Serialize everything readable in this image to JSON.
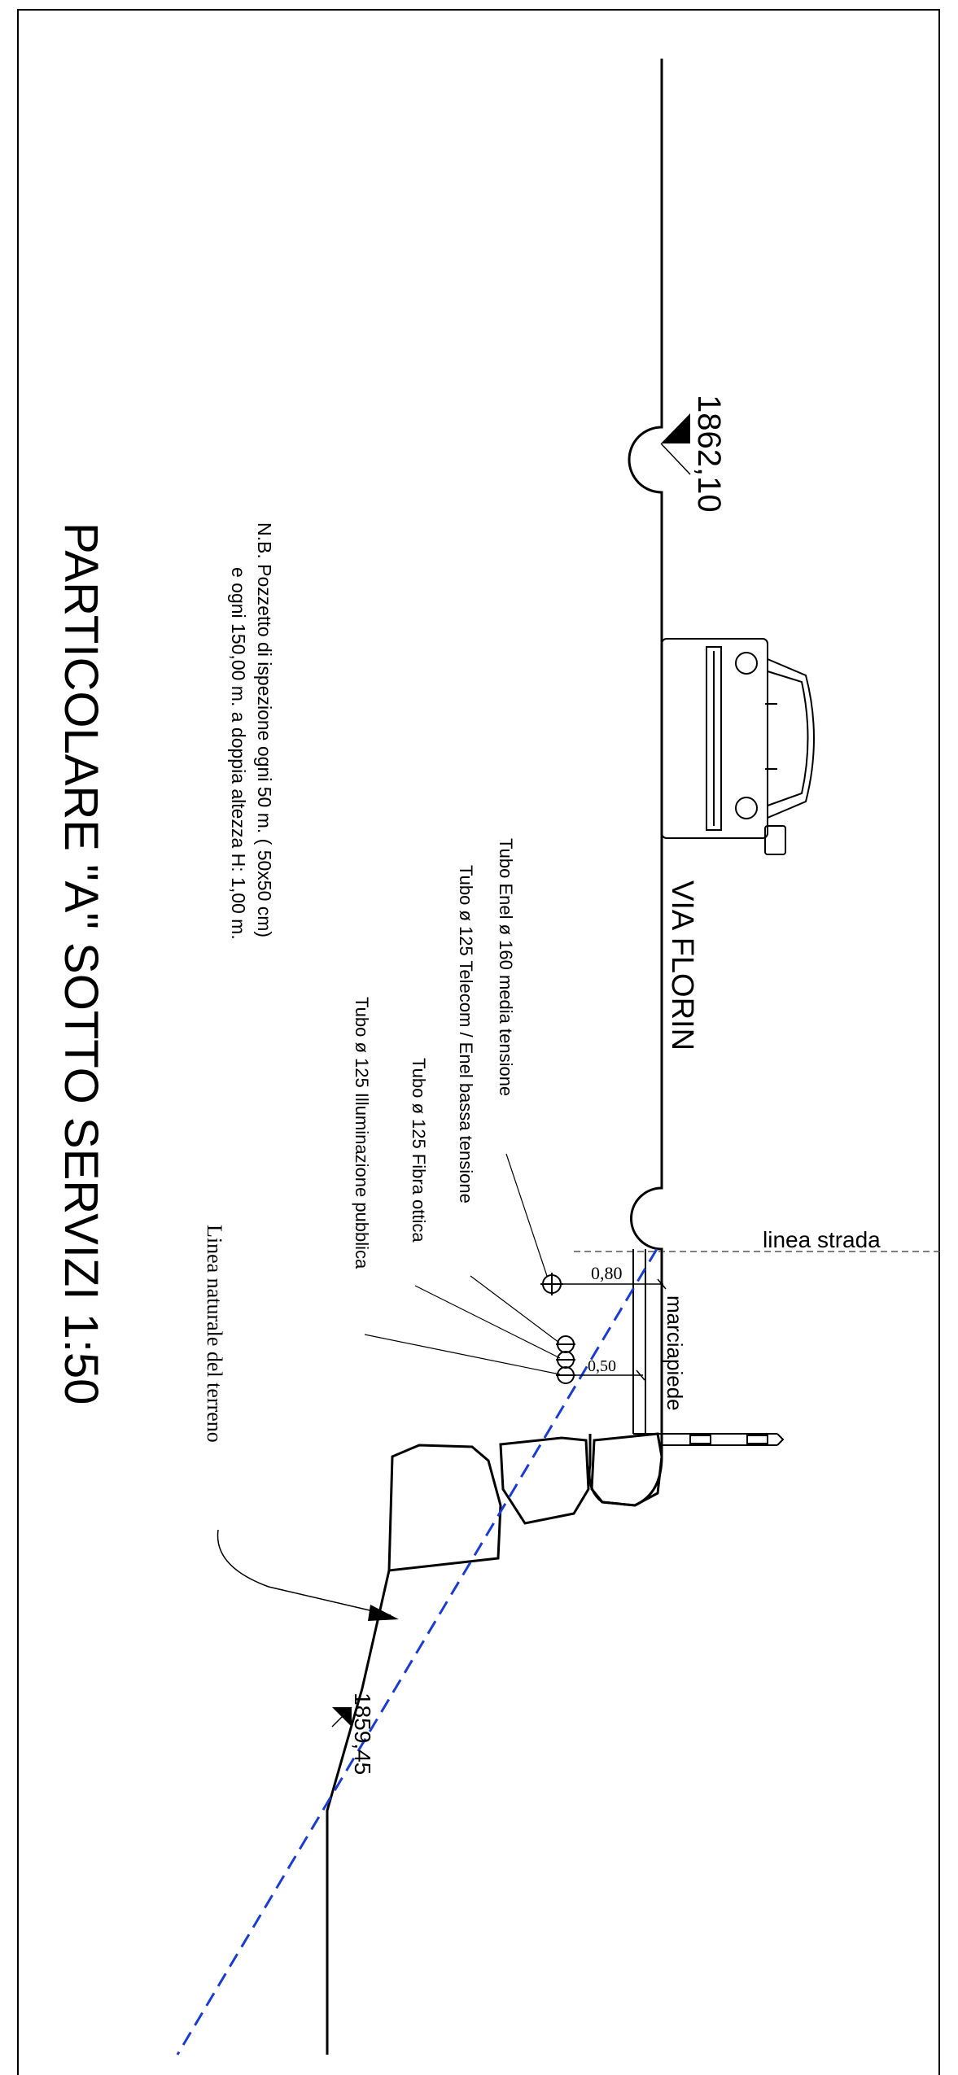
{
  "title": "PARTICOLARE \"A\" SOTTO SERVIZI 1:50",
  "note": {
    "line1": "N.B. Pozzetto di ispezione ogni 50 m. ( 50x50 cm)",
    "line2": "e ogni 150,00 m. a doppia altezza H: 1,00 m."
  },
  "road_name": "VIA  FLORIN",
  "elevations": {
    "top": "1862,10",
    "bottom": "1859,45"
  },
  "labels": {
    "linea_strada": "linea  strada",
    "marciapiede": "marciapiede",
    "linea_naturale": "Linea naturale del terreno"
  },
  "dimensions": {
    "d1": "0,80",
    "d2": "0,50"
  },
  "pipes": [
    "Tubo Enel ø  160 media tensione",
    "Tubo  ø 125 Telecom / Enel bassa tensione",
    "Tubo  ø 125 Fibra ottica",
    "Tubo  ø 125 Illuminazione pubblica"
  ],
  "colors": {
    "ink": "#000000",
    "terrain_line": "#1a3cd6",
    "dashed_guide": "#555555"
  }
}
